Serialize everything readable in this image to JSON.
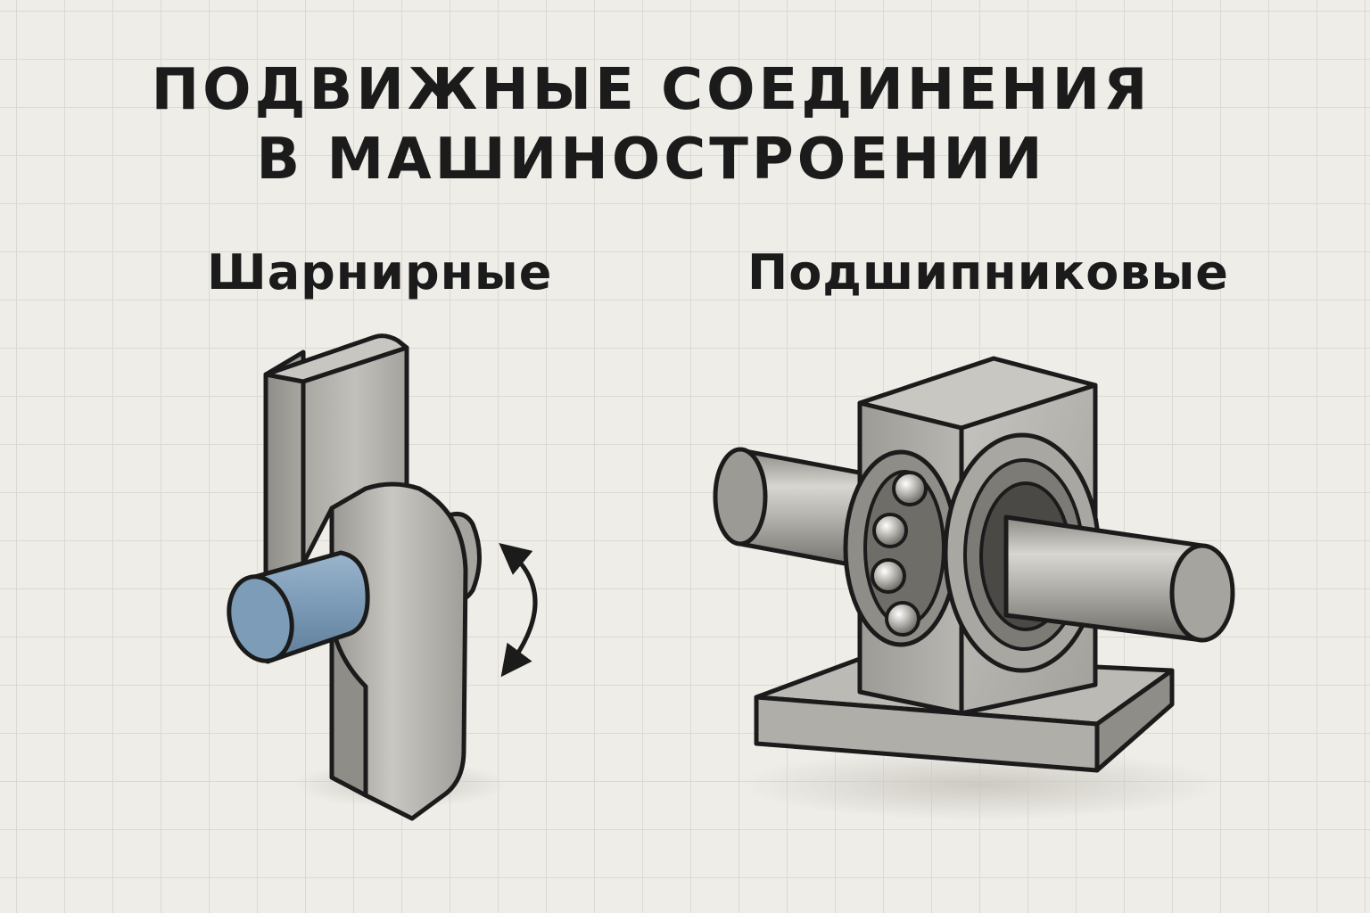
{
  "title": {
    "line1": "ПОДВИЖНЫЕ СОЕДИНЕНИЯ",
    "line2": "В МАШИНОСТРОЕНИИ"
  },
  "sections": {
    "hinge": {
      "label": "Шарнирные",
      "pin_color": "#7d9cb8"
    },
    "bearing": {
      "label": "Подшипниковые"
    }
  },
  "colors": {
    "background": "#efede8",
    "grid": "#dcd9d2",
    "metal": "#b3b1ac",
    "outline": "#1b1b1b"
  },
  "icons": {
    "rotation": "double-arrow-rotation-icon"
  }
}
